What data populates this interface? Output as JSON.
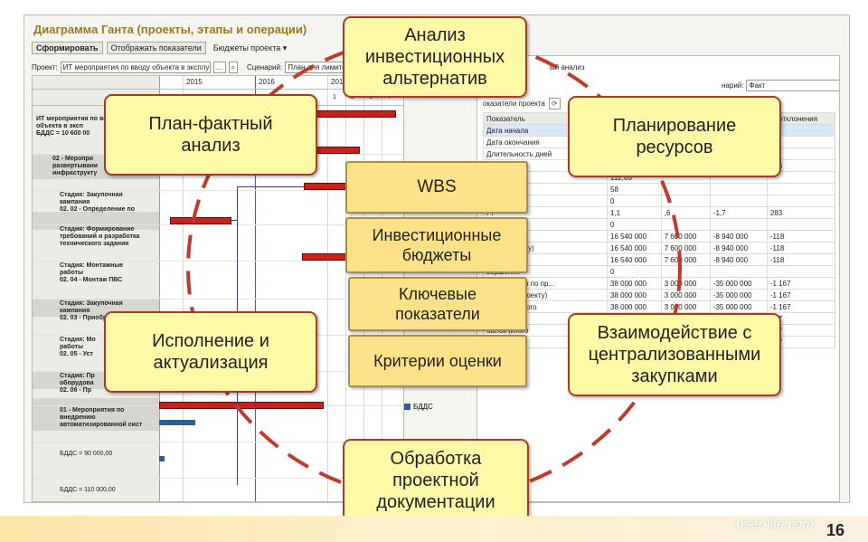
{
  "window": {
    "title": "Диаграмма Ганта (проекты, этапы и операции)"
  },
  "toolbar": {
    "generate": "Сформировать",
    "show_indicators": "Отображать показатели",
    "project_budgets": "Бюджеты проекта"
  },
  "filters": {
    "project_label": "Проект:",
    "project_value": "ИТ мероприятия по вводу объекта в эксплу",
    "scenario_label": "Сценарий:",
    "scenario_value": "План для лимитов",
    "scenario2_label": "нарий:",
    "scenario2_value": "Факт"
  },
  "gantt": {
    "years": [
      "2015",
      "2016",
      "2017"
    ],
    "quarters": [
      "1",
      "2",
      "3",
      "4"
    ],
    "tasks": [
      "ИТ мероприятия по вводу\nобъекта в эксп\nБДДС = 10 600 00",
      "02 - Меропри\nразвертывани\nинфраструкту",
      "Стадия: Закупочная\nкампания\n02. 02 - Определение по",
      "Стадия: Формирование\nтребований и разработка\nтехнического задания",
      "Стадия: Монтажные\nработы\n02. 04 - Монтаж ПВС",
      "Стадия: Закупочная\nкампания\n02. 03 - Приобретение и",
      "Стадия: Мо\nработы\n02. 05 - Уст",
      "Стадия: Пр\nоборудова\n02. 06 - Пр",
      "01 - Мероприятия по\nвнедрению\nавтоматизированной сист",
      "БДДС = 90 000,00",
      "БДДС = 110 000,00"
    ],
    "legend": "БДДС"
  },
  "right": {
    "analysis_label": "ый анализ",
    "indicators_label": "оказатели проекта",
    "col_indicator": "Показатель",
    "col_deviation": "% отклонения",
    "rows": [
      [
        "Дата начала",
        "",
        "",
        "",
        ""
      ],
      [
        "Дата окончания",
        "",
        "",
        "",
        ""
      ],
      [
        "Длительность дней",
        "",
        "",
        "",
        ""
      ],
      [
        "",
        "",
        "",
        "",
        "356"
      ],
      [
        "",
        "112,65",
        "",
        "",
        ""
      ],
      [
        "",
        "58",
        "",
        "",
        ""
      ],
      [
        "",
        "0",
        "",
        "",
        ""
      ],
      [
        "PI",
        "1,1",
        ",6",
        "-1,7",
        "283"
      ],
      [
        "ачата",
        "0",
        "",
        "",
        ""
      ],
      [
        "ДС",
        "16 540 000",
        "7 600 000",
        "-8 940 000",
        "-118"
      ],
      [
        "P (по проекту)",
        "16 540 000",
        "7 600 000",
        "-8 940 000",
        "-118"
      ],
      [
        "БР",
        "16 540 000",
        "7 600 000",
        "-8 940 000",
        "-118"
      ],
      [
        "вершения",
        "0",
        "",
        "",
        ""
      ],
      [
        "БДДС (итого по пр...",
        "38 000 000",
        "3 000 000",
        "-35 000 000",
        "-1 167"
      ],
      [
        "(итого по проекту)",
        "38 000 000",
        "3 000 000",
        "-35 000 000",
        "-1 167"
      ],
      [
        "ресурсы (итого",
        "38 000 000",
        "3 000 000",
        "-35 000 000",
        "-1 167"
      ],
      [
        "жный поток",
        "",
        "",
        "",
        "567"
      ],
      [
        "быток (итого",
        "",
        "",
        "",
        "567"
      ],
      [
        "баланс (и",
        "",
        "",
        "",
        "567"
      ]
    ]
  },
  "boxes": {
    "investment_analysis": "Анализ\nинвестиционных\nальтернатив",
    "plan_fact": "План-фактный\nанализ",
    "resource_planning": "Планирование\nресурсов",
    "wbs": "WBS",
    "investment_budgets": "Инвестиционные\nбюджеты",
    "key_indicators": "Ключевые\nпоказатели",
    "evaluation_criteria": "Критерии оценки",
    "execution": "Исполнение и\nактуализация",
    "procurement": "Взаимодействие с\nцентрализованными\nзакупками",
    "documentation": "Обработка\nпроектной\nдокументации"
  },
  "footer": {
    "watermark": "user-life.com",
    "page_number": "16"
  },
  "colors": {
    "box_fill": "#fef9a7",
    "box_border": "#a93b24",
    "inner_box_fill": "#fbe289",
    "circle_dash": "#c0392b",
    "gantt_bar": "#c8201a",
    "title": "#9a7a1c"
  }
}
